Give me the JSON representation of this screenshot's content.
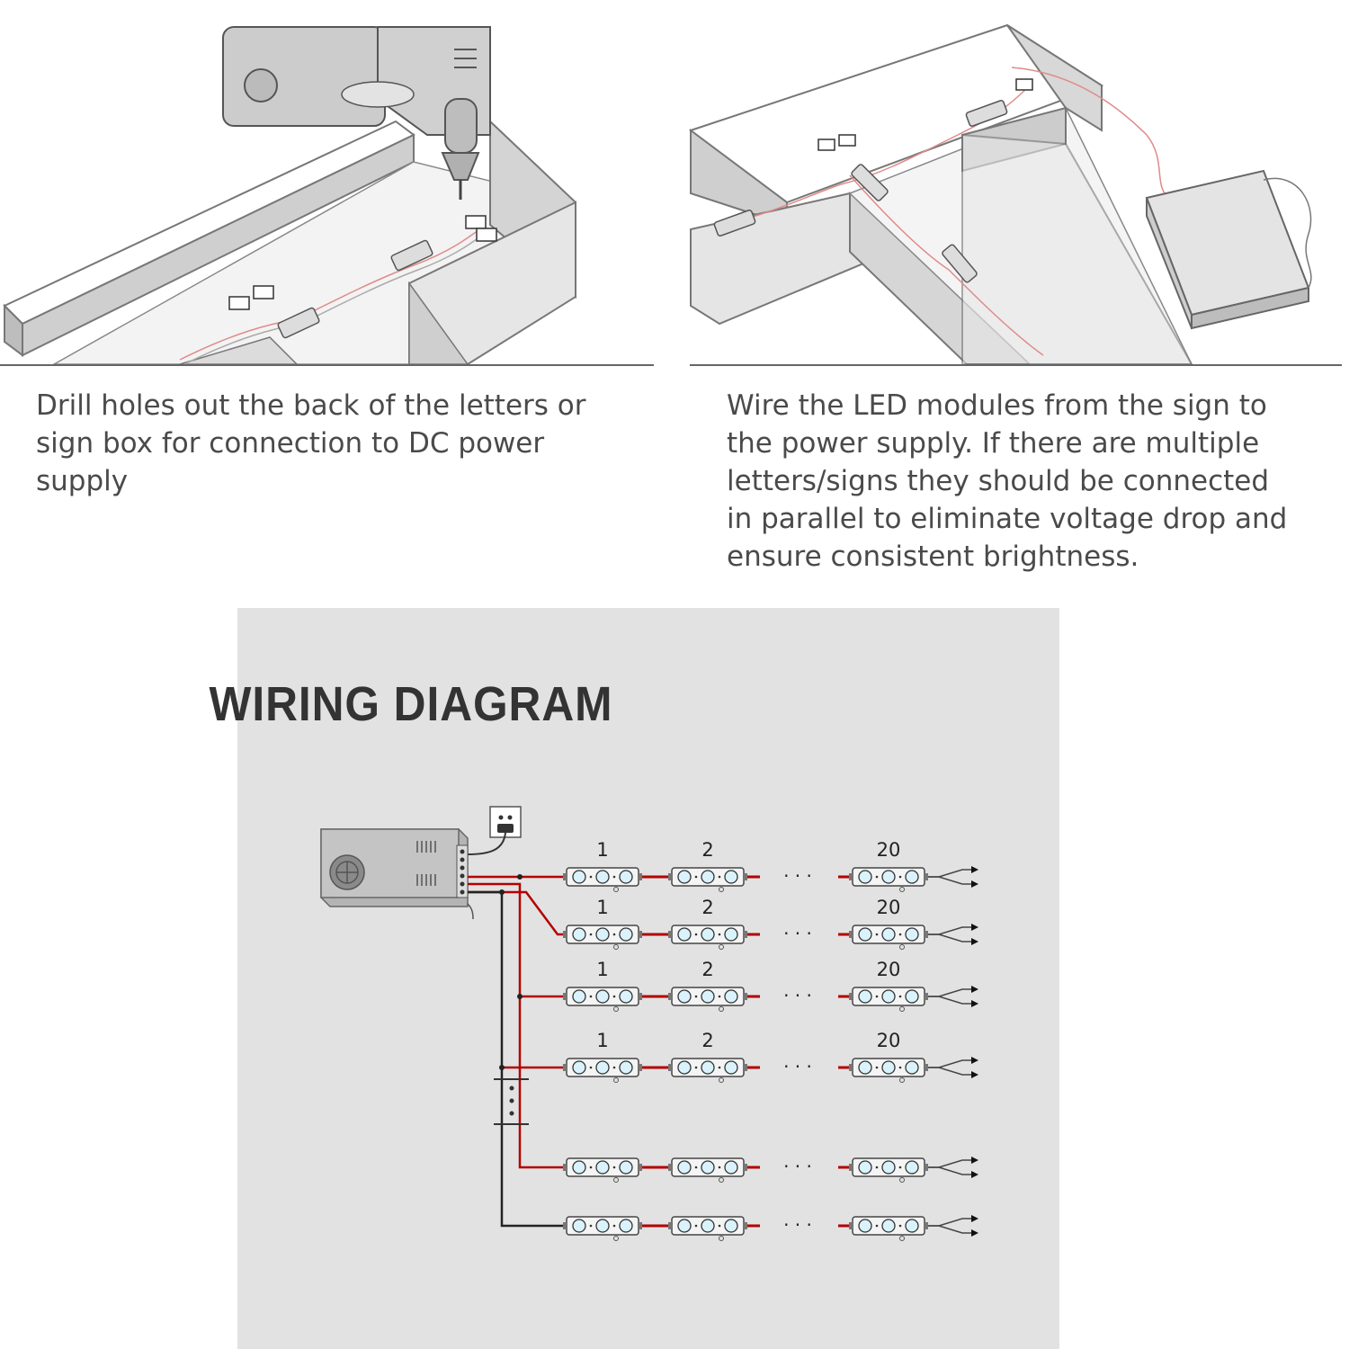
{
  "steps": [
    {
      "caption": "Drill holes out the back of the letters or\nsign box for connection to DC power\nsupply"
    },
    {
      "caption": "Wire the LED modules from the sign to\n the power supply. If there are multiple\nletters/signs they should be connected\nin parallel to eliminate voltage drop and\nensure consistent brightness."
    }
  ],
  "wiring_diagram": {
    "title": "WIRING DIAGRAM",
    "module_labels": [
      "1",
      "2",
      "20"
    ],
    "ellipsis": "· · ·",
    "rows": [
      {
        "labeled": true
      },
      {
        "labeled": true
      },
      {
        "labeled": true
      },
      {
        "labeled": true
      },
      {
        "labeled": false
      },
      {
        "labeled": false
      }
    ],
    "colors": {
      "positive_wire": "#b30000",
      "negative_wire": "#222222",
      "led": "#d9f2fb",
      "background": "#e2e2e2"
    }
  }
}
